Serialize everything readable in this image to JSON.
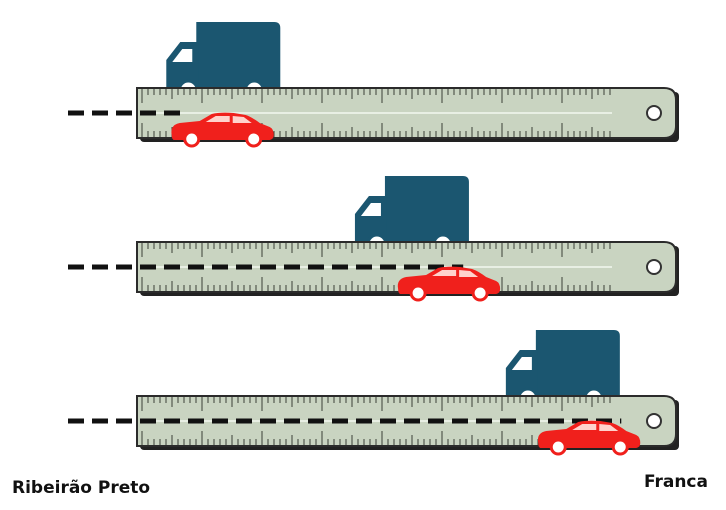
{
  "labels": {
    "origin": "Ribeirão Preto",
    "destination": "Franca"
  },
  "colors": {
    "truck": "#1b5670",
    "car": "#f0201c",
    "ruler_body": "#c9d4c1",
    "ruler_edge": "#2b2b2b",
    "ruler_ticks": "#3a3f38",
    "dash": "#111111"
  },
  "panels": [
    {
      "truck_progress": 0.11,
      "car_progress": 0.07,
      "path_progress": 0.19
    },
    {
      "truck_progress": 0.46,
      "car_progress": 0.49,
      "path_progress": 0.65
    },
    {
      "truck_progress": 0.74,
      "car_progress": 0.75,
      "path_progress": 0.91
    }
  ],
  "icons": [
    "truck-icon",
    "car-icon",
    "ruler-icon",
    "ruler-hole-icon"
  ]
}
